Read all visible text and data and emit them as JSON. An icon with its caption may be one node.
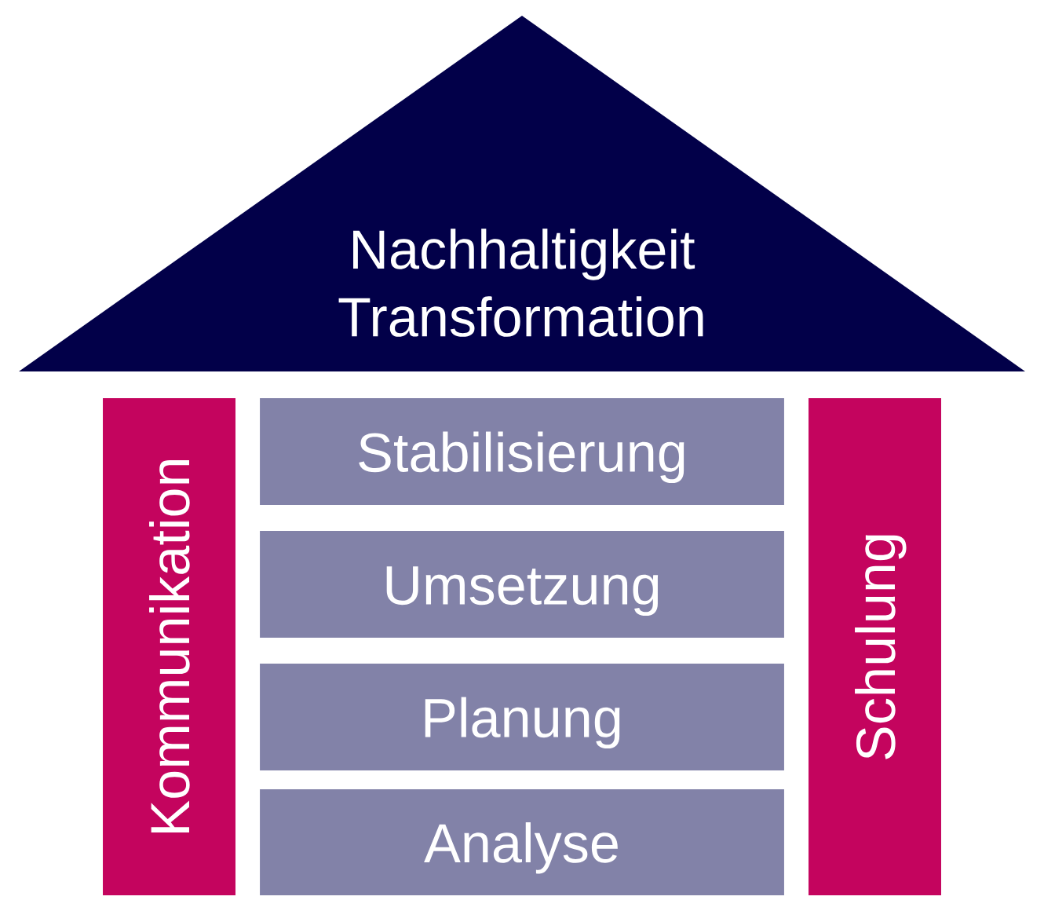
{
  "diagram": {
    "nodes": [
      {
        "text": [
          "Nachhaltigkeit Transformation"
        ]
      },
      {
        "text": [
          "Kommunikation"
        ]
      },
      {
        "text": [
          "Stabilisierung"
        ]
      },
      {
        "text": [
          "Umsetzung"
        ]
      },
      {
        "text": [
          "Planung"
        ]
      },
      {
        "text": [
          "Analyse"
        ]
      },
      {
        "text": [
          "Schulung"
        ]
      }
    ]
  }
}
